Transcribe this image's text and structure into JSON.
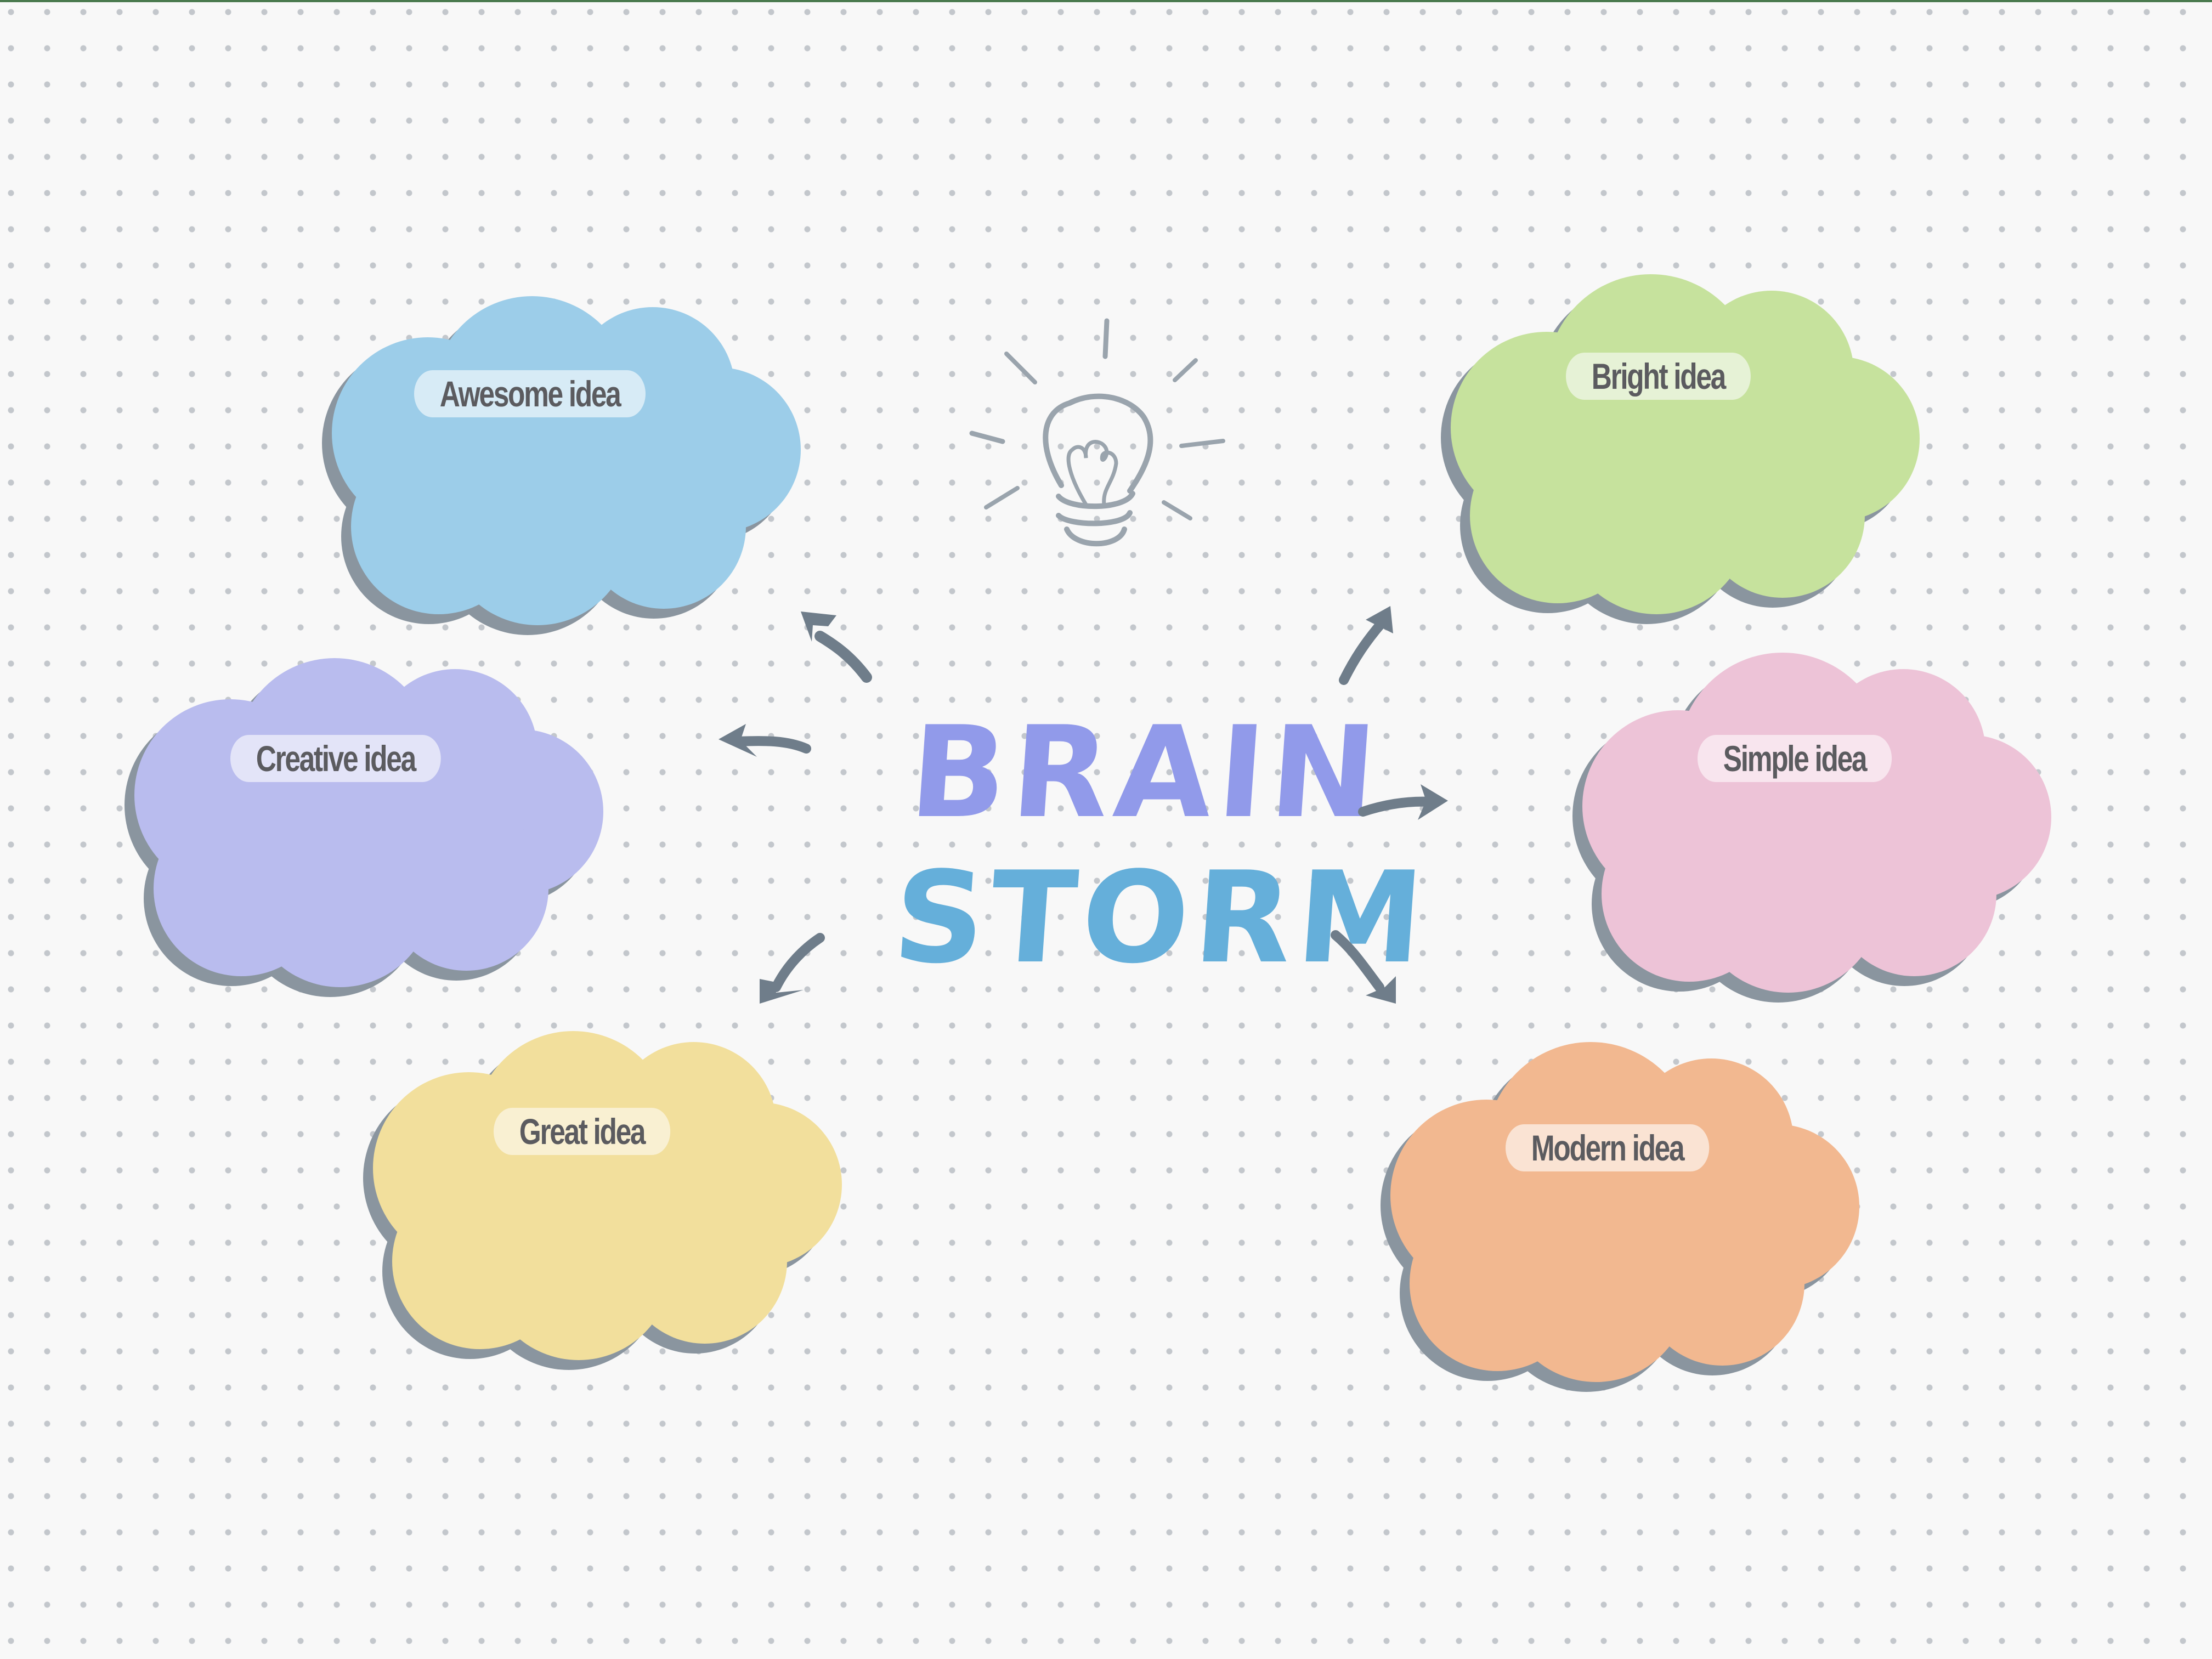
{
  "title": {
    "line1": "BRAIN",
    "line2": "STORM",
    "line1_color": "#919aea",
    "line2_color": "#65afda"
  },
  "center_icon": "lightbulb-icon",
  "ideas": [
    {
      "label": "Awesome idea",
      "color": "#9ccde9",
      "pill_color": "#d7ebf6",
      "position": "top-left"
    },
    {
      "label": "Creative idea",
      "color": "#b9bcee",
      "pill_color": "#e3e4f8",
      "position": "middle-left"
    },
    {
      "label": "Great idea",
      "color": "#f2df9c",
      "pill_color": "#f9f0d2",
      "position": "bottom-left"
    },
    {
      "label": "Bright idea",
      "color": "#c6e29d",
      "pill_color": "#e6f2d6",
      "position": "top-right"
    },
    {
      "label": "Simple idea",
      "color": "#edc3d7",
      "pill_color": "#f8e5ee",
      "position": "middle-right"
    },
    {
      "label": "Modern idea",
      "color": "#f2b890",
      "pill_color": "#fae3d3",
      "position": "bottom-right"
    }
  ],
  "colors": {
    "background": "#f8f8f8",
    "grid_dot": "#c3c7cc",
    "arrow": "#6f7d8a",
    "cloud_shadow": "#8a959f",
    "label_text": "#5b5b5f",
    "bulb_stroke": "#9aa4ad",
    "top_border": "#4a7a4e"
  },
  "arrows": [
    "to-awesome-idea",
    "to-creative-idea",
    "to-great-idea",
    "to-bright-idea",
    "to-simple-idea",
    "to-modern-idea"
  ]
}
